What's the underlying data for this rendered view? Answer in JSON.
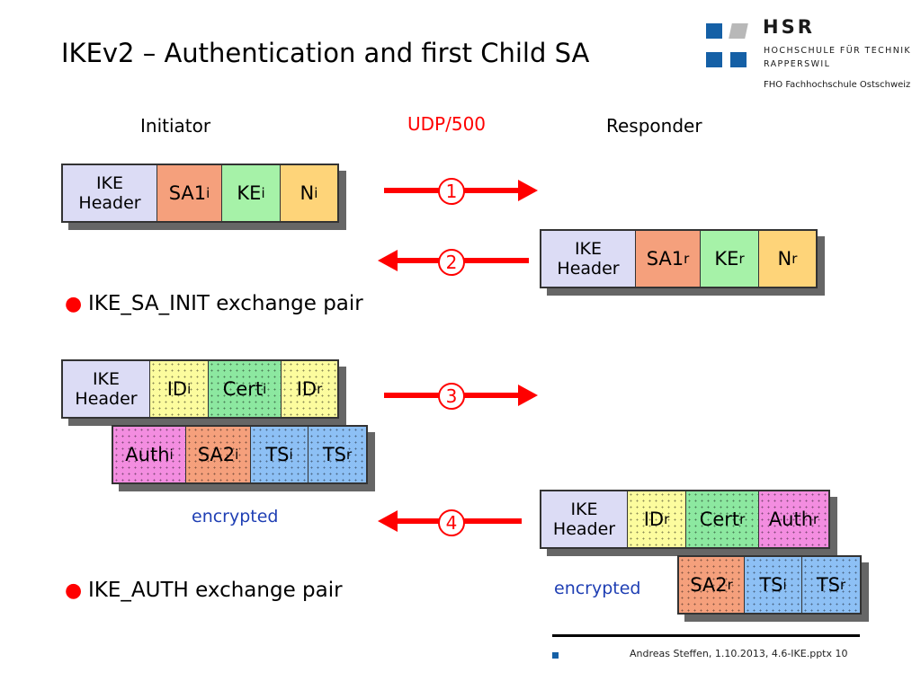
{
  "slide": {
    "title": "IKEv2 – Authentication and first Child SA",
    "footer": "Andreas Steffen, 1.10.2013, 4.6-IKE.pptx 10"
  },
  "logo": {
    "name": "HSR",
    "line1": "HOCHSCHULE FÜR TECHNIK",
    "line2": "RAPPERSWIL",
    "line3": "FHO Fachhochschule Ostschweiz",
    "colors": {
      "blue": "#1560a6",
      "gray": "#b8b8b8"
    }
  },
  "labels": {
    "initiator": "Initiator",
    "responder": "Responder",
    "transport": "UDP/500",
    "encrypted": "encrypted"
  },
  "bullets": [
    "IKE_SA_INIT exchange pair",
    "IKE_AUTH exchange pair"
  ],
  "messages": [
    {
      "num": "1",
      "direction": "right"
    },
    {
      "num": "2",
      "direction": "left"
    },
    {
      "num": "3",
      "direction": "right"
    },
    {
      "num": "4",
      "direction": "left"
    }
  ],
  "packets": {
    "p1": [
      {
        "main": "IKE",
        "second": "Header"
      },
      {
        "main": "SA1",
        "sub": "i"
      },
      {
        "main": "KE",
        "sub": "i"
      },
      {
        "main": "N",
        "sub": "i"
      }
    ],
    "p2": [
      {
        "main": "IKE",
        "second": "Header"
      },
      {
        "main": "SA1",
        "sub": "r"
      },
      {
        "main": "KE",
        "sub": "r"
      },
      {
        "main": "N",
        "sub": "r"
      }
    ],
    "p3a": [
      {
        "main": "IKE",
        "second": "Header"
      },
      {
        "main": "ID",
        "sub": "i"
      },
      {
        "main": "Cert",
        "sub": "i"
      },
      {
        "main": "ID",
        "sub": "r"
      }
    ],
    "p3b": [
      {
        "main": "Auth",
        "sub": "i"
      },
      {
        "main": "SA2",
        "sub": "i"
      },
      {
        "main": "TS",
        "sub": "i"
      },
      {
        "main": "TS",
        "sub": "r"
      }
    ],
    "p4a": [
      {
        "main": "IKE",
        "second": "Header"
      },
      {
        "main": "ID",
        "sub": "r"
      },
      {
        "main": "Cert",
        "sub": "r"
      },
      {
        "main": "Auth",
        "sub": "r"
      }
    ],
    "p4b": [
      {
        "main": "SA2",
        "sub": "r"
      },
      {
        "main": "TS",
        "sub": "i"
      },
      {
        "main": "TS",
        "sub": "r"
      }
    ]
  },
  "colors": {
    "arrow": "#ff0000",
    "header": "#dcdcf5",
    "sa": "#f5a07c",
    "ke": "#a6f2a8",
    "nonce": "#fed479",
    "id": "#fcfc9e",
    "cert": "#8ce8a0",
    "auth": "#f38de0",
    "ts": "#8dc0f5",
    "encrypted_text": "#1f3fb4",
    "transport_text": "#ff0000"
  }
}
